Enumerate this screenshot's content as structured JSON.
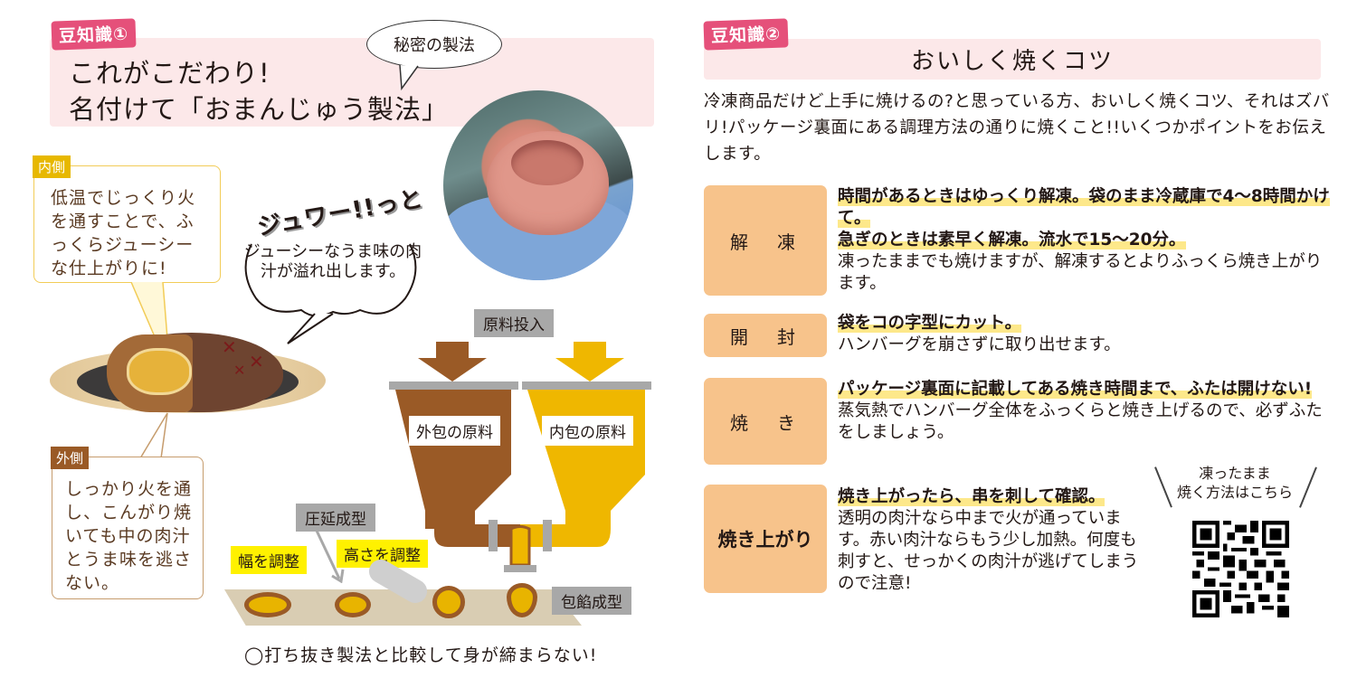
{
  "left": {
    "badge": "豆知識①",
    "title_line1": "これがこだわり!",
    "title_line2": "名付けて「おまんじゅう製法」",
    "speech_bubble": "秘密の製法",
    "inner_callout": {
      "tag": "内側",
      "text": "低温でじっくり火を通すことで、ふっくらジューシーな仕上がりに!"
    },
    "outer_callout": {
      "tag": "外側",
      "text": "しっかり火を通し、こんがり焼いても中の肉汁とうま味を逃さない。"
    },
    "sizzle": "ジュワー!!っと",
    "cloud_text": "ジューシーなうま味の肉汁が溢れ出します。",
    "diagram": {
      "input_label": "原料投入",
      "hopper_outer": "外包の原料",
      "hopper_inner": "内包の原料",
      "rolling_label": "圧延成型",
      "width_label": "幅を調整",
      "height_label": "高さを調整",
      "encrust_label": "包餡成型",
      "colors": {
        "outer": "#9a5a26",
        "inner": "#efb700",
        "grey": "#a8a8a8",
        "highlight": "#fff100"
      }
    },
    "footnote": "◯打ち抜き製法と比較して身が締まらない!"
  },
  "right": {
    "badge": "豆知識②",
    "title": "おいしく焼くコツ",
    "intro": "冷凍商品だけど上手に焼けるの?と思っている方、おいしく焼くコツ、それはズバリ!パッケージ裏面にある調理方法の通りに焼くこと!!いくつかポイントをお伝えします。",
    "tips": [
      {
        "label": "解　凍",
        "highlight": "時間があるときはゆっくり解凍。袋のまま冷蔵庫で4〜8時間かけて。",
        "highlight2": "急ぎのときは素早く解凍。流水で15〜20分。",
        "text": "凍ったままでも焼けますが、解凍するとよりふっくら焼き上がります。"
      },
      {
        "label": "開　封",
        "highlight": "袋をコの字型にカット。",
        "text": "ハンバーグを崩さずに取り出せます。"
      },
      {
        "label": "焼　き",
        "highlight": "パッケージ裏面に記載してある焼き時間まで、ふたは開けない!",
        "text": "蒸気熱でハンバーグ全体をふっくらと焼き上げるので、必ずふたをしましょう。"
      },
      {
        "label": "焼き上がり",
        "highlight": "焼き上がったら、串を刺して確認。",
        "text": "透明の肉汁なら中まで火が通っています。赤い肉汁ならもう少し加熱。何度も刺すと、せっかくの肉汁が逃げてしまうので注意!"
      }
    ],
    "qr_caption_line1": "凍ったまま",
    "qr_caption_line2": "焼く方法はこちら"
  },
  "colors": {
    "badge_pink": "#e5507a",
    "header_pink": "#fce8e9",
    "tip_orange": "#f7c38b",
    "highlight_yellow": "#fde88a"
  }
}
